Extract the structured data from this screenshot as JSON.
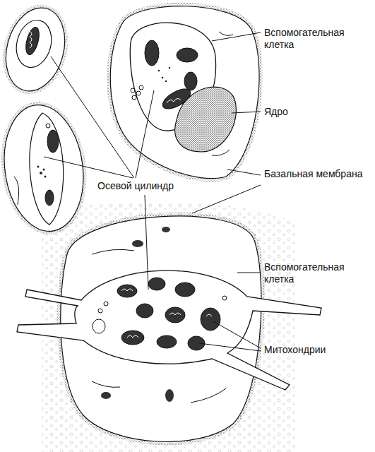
{
  "diagram": {
    "labels": [
      "Вспомогательная клетка",
      "Ядро",
      "Базальная мембрана",
      "Осевой цилиндр",
      "Вспомогательная клетка",
      "Митохондрии"
    ]
  }
}
